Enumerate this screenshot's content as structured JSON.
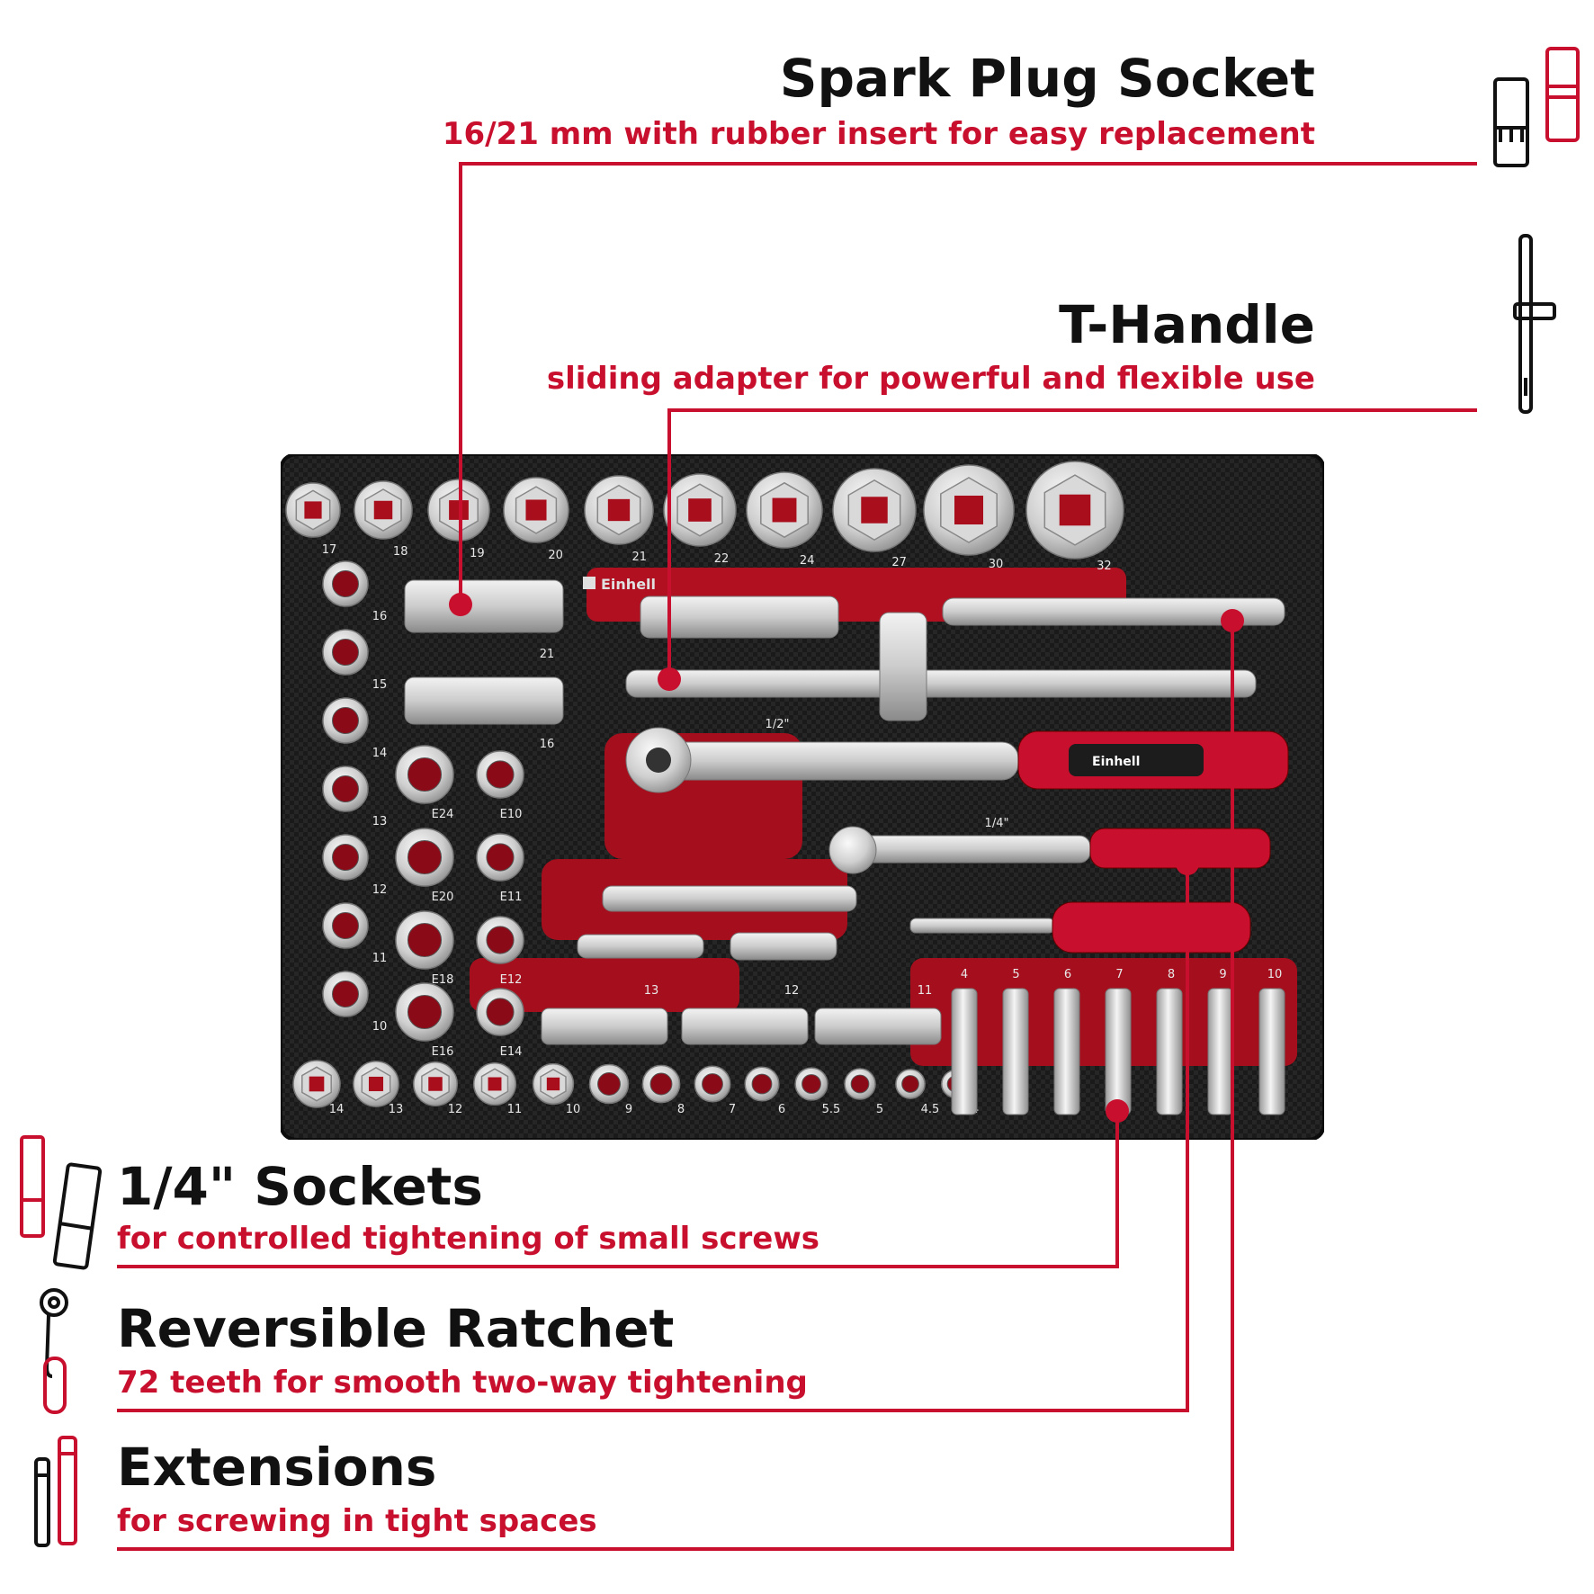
{
  "callouts": {
    "spark_plug": {
      "title": "Spark Plug Socket",
      "subtitle": "16/21 mm with rubber insert for easy replacement"
    },
    "t_handle": {
      "title": "T-Handle",
      "subtitle": "sliding adapter for powerful and flexible use"
    },
    "sockets_quarter": {
      "title": "1/4\" Sockets",
      "subtitle": "for controlled tightening of small screws"
    },
    "ratchet": {
      "title": "Reversible Ratchet",
      "subtitle": "72 teeth for smooth two-way tightening"
    },
    "extensions": {
      "title": "Extensions",
      "subtitle": "for screwing in tight spaces"
    }
  },
  "tray": {
    "brand": "Einhell",
    "top_sockets": [
      "17",
      "18",
      "19",
      "20",
      "21",
      "22",
      "24",
      "27",
      "30",
      "32"
    ],
    "left_column": [
      "16",
      "15",
      "14",
      "13",
      "12",
      "11",
      "10"
    ],
    "bottom_row": [
      "14",
      "13",
      "12",
      "11",
      "10",
      "9",
      "8",
      "7",
      "6",
      "5.5",
      "5",
      "4.5",
      "4"
    ],
    "torx_labels": [
      "E24",
      "E10",
      "E20",
      "E11",
      "E18",
      "E12",
      "E16",
      "E14"
    ],
    "spark_sizes": [
      "21",
      "16"
    ],
    "drive_labels": [
      "1/2\"",
      "1/4\""
    ],
    "deep_half": [
      "13",
      "12",
      "11"
    ],
    "deep_quarter": [
      "4",
      "5",
      "6",
      "7",
      "8",
      "9",
      "10"
    ]
  },
  "colors": {
    "accent": "#c8102e",
    "tray": "#1b1b1b"
  },
  "icons": [
    "spark-plug-socket-icon",
    "t-handle-icon",
    "quarter-socket-icon",
    "ratchet-icon",
    "extension-icon"
  ]
}
